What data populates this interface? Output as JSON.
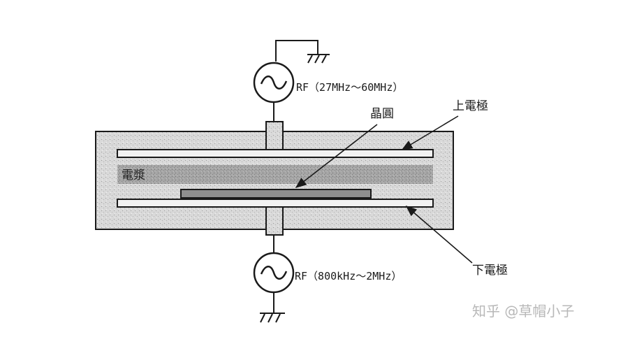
{
  "labels": {
    "rf_top": "RF（27MHz～60MHz）",
    "rf_bottom": "RF（800kHz～2MHz）",
    "wafer": "晶圓",
    "upper_electrode": "上電極",
    "plasma": "電漿",
    "lower_electrode": "下電極"
  },
  "watermark": "知乎 @草帽小子",
  "colors": {
    "line": "#1a1a1a",
    "chamber_fill": "#dcdcdc",
    "plasma_fill": "#a9a9a9",
    "wafer_fill": "#8f8f8f"
  }
}
